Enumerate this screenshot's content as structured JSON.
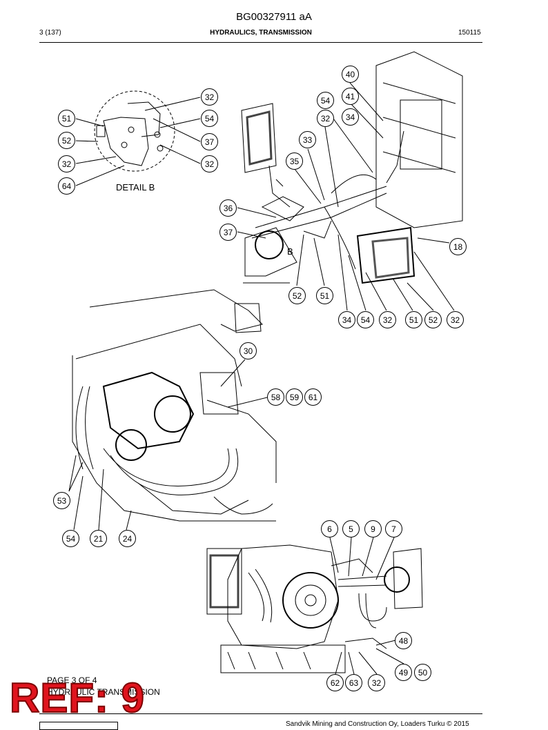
{
  "header": {
    "doc_title": "BG00327911 aA",
    "page_ref": "3 (137)",
    "section_title": "HYDRAULICS, TRANSMISSION",
    "date_code": "150115"
  },
  "labels": {
    "detail": "DETAIL B",
    "view_b": "B"
  },
  "bubbles": {
    "detail_b": [
      "32",
      "51",
      "54",
      "52",
      "37",
      "32",
      "32",
      "64"
    ],
    "top_right": [
      "40",
      "54",
      "41",
      "32",
      "34",
      "33",
      "35",
      "36",
      "37",
      "18",
      "52",
      "51",
      "34",
      "54",
      "32",
      "51",
      "52",
      "32"
    ],
    "middle": [
      "30",
      "58",
      "59",
      "61",
      "53",
      "54",
      "21",
      "24"
    ],
    "bottom": [
      "6",
      "5",
      "9",
      "7",
      "48",
      "49",
      "50",
      "62",
      "63",
      "32"
    ]
  },
  "footer": {
    "page_of": "PAGE 3 OF 4",
    "page_sub": "HYDRAULIC TRANSMISSION",
    "stamp": "REF: 9",
    "copyright": "Sandvik Mining and Construction Oy, Loaders Turku © 2015"
  }
}
